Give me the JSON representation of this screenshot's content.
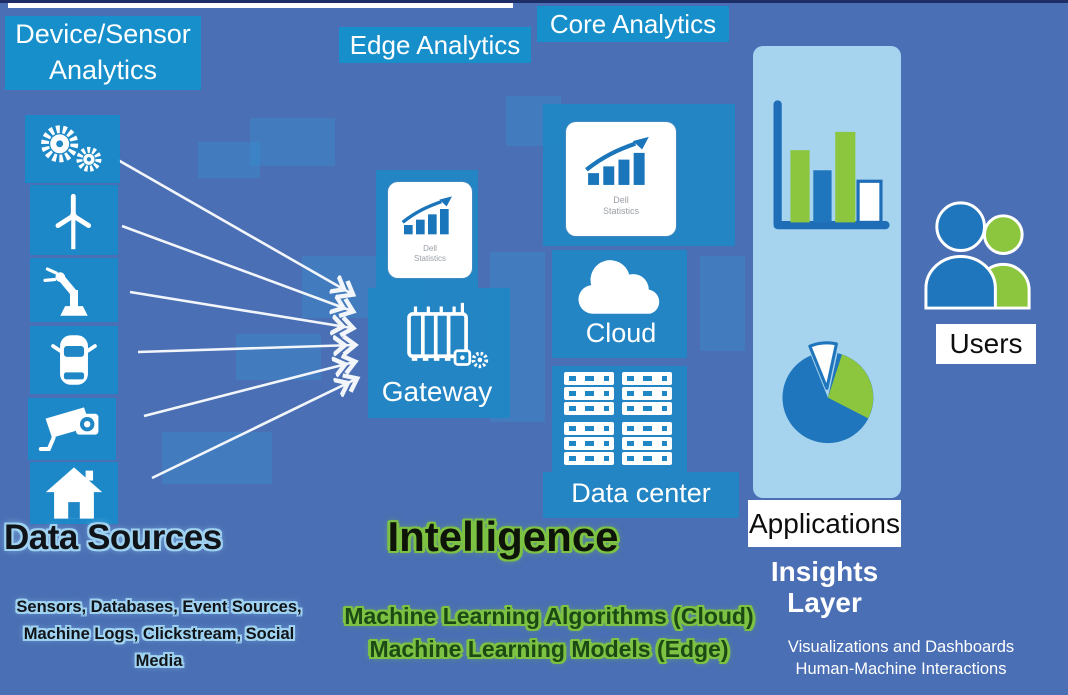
{
  "device_sensor": {
    "line1": "Device/Sensor",
    "line2": "Analytics"
  },
  "data_sources": {
    "title": "Data Sources",
    "subtitle_line1": "Sensors, Databases, Event Sources,",
    "subtitle_line2": "Machine Logs, Clickstream, Social Media",
    "icons": [
      "gears",
      "wind-turbine",
      "robot-arm",
      "car",
      "security-camera",
      "smart-home"
    ]
  },
  "edge": {
    "label": "Edge Analytics",
    "card_caption_line1": "Dell",
    "card_caption_line2": "Statistics",
    "gateway_label": "Gateway"
  },
  "core": {
    "label": "Core Analytics",
    "card_caption_line1": "Dell",
    "card_caption_line2": "Statistics",
    "cloud_label": "Cloud",
    "datacenter_label": "Data center"
  },
  "intelligence": {
    "title": "Intelligence",
    "line1": "Machine Learning Algorithms (Cloud)",
    "line2": "Machine Learning Models (Edge)"
  },
  "insights": {
    "applications_label": "Applications",
    "layer_line1": "Insights",
    "layer_line2": "Layer",
    "caption_line1": "Visualizations and Dashboards",
    "caption_line2": "Human-Machine Interactions"
  },
  "users": {
    "label": "Users"
  },
  "icons": {
    "left_column": [
      "gears-icon",
      "wind-turbine-icon",
      "robot-arm-icon",
      "car-icon",
      "security-camera-icon",
      "smart-home-icon"
    ],
    "middle": [
      "statistics-card-icon",
      "gateway-icon",
      "cloud-icon",
      "data-center-icon"
    ],
    "insights_panel": [
      "bar-chart-icon",
      "pie-chart-icon"
    ],
    "right": [
      "users-icon"
    ]
  },
  "colors": {
    "background": "#4a6fb4",
    "label_blue": "#168fca",
    "patch_blue": "#1f87c5",
    "panel_light_blue": "#a6d4ef",
    "chart_blue": "#2076bc",
    "accent_green": "#8cc63e",
    "intelligence_glow": "#7dc243",
    "data_sources_glow": "#9fd2f0"
  }
}
